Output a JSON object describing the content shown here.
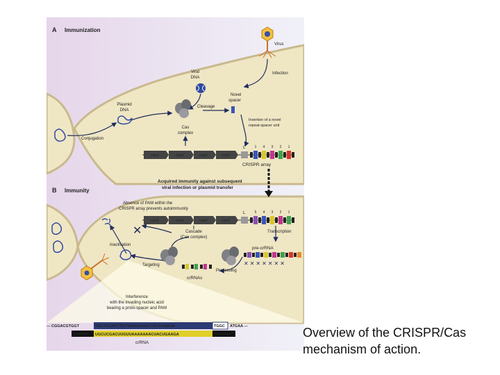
{
  "panel_a": {
    "letter": "A",
    "title": "Immunization",
    "virus": "Virus",
    "infection": "Infection",
    "viral_dna_1": "Viral",
    "viral_dna_2": "DNA",
    "plasmid_1": "Plasmid",
    "plasmid_2": "DNA",
    "cleavage": "Cleavage",
    "novel_spacer_1": "Novel",
    "novel_spacer_2": "spacer",
    "insertion_1": "Insertion of a novel",
    "insertion_2": "repeat-spacer unit",
    "cas_complex_1": "Cas",
    "cas_complex_2": "complex",
    "conjugation": "Conjugation",
    "genes": [
      "cas1",
      "cas1",
      "cas2",
      "csn2"
    ],
    "leader": "L",
    "spacer_numbers": [
      "1",
      "4",
      "3",
      "2",
      "1"
    ],
    "crispr_array": "CRISPR array"
  },
  "transition": {
    "line1": "Acquired immunity against subsequent",
    "line2": "viral infection or plasmid transfer"
  },
  "panel_b": {
    "letter": "B",
    "title": "Immunity",
    "absence_1": "Absence of PAM within the",
    "absence_2": "CRISPR array prevents autoimmunity",
    "genes": [
      "csn1",
      "cas1",
      "cas2",
      "csn2"
    ],
    "leader": "L",
    "spacer_numbers": [
      "5",
      "4",
      "3",
      "2",
      "1"
    ],
    "cascade_1": "Cascade",
    "cascade_2": "(Cas complex)",
    "transcription": "Transcription",
    "pre_crrna": "pre-crRNA",
    "inactivation": "Inactivation",
    "targeting": "Targeting",
    "processing": "Processing",
    "crrnas": "crRNAs",
    "interference_1": "Interference",
    "interference_2": "with the invading nucleic acid",
    "interference_3": "bearing a proto-spacer and PAM",
    "dna_left": "--- CGGACGTGGT",
    "dna_proto": "TGCTCGACTTGTTAAAAAAACTACTGAAGA",
    "dna_pam": "TGGC",
    "dna_right": "ATGAA ---",
    "rna_left": "CAAAAC",
    "rna_seq": "UGCUCGACUUGUUAAAAAAACUACUGAAGA",
    "rna_right": "GUUUUA",
    "crrna": "crRNA"
  },
  "caption": "Overview of the CRISPR/Cas mechanism of action.",
  "colors": {
    "cell_fill": "#efe6c4",
    "cell_border": "#c9b98d",
    "background": "#dcdcee",
    "gene_box": "#444444",
    "dna_box": "#2c3b73",
    "arrow": "#1f2d5a"
  }
}
